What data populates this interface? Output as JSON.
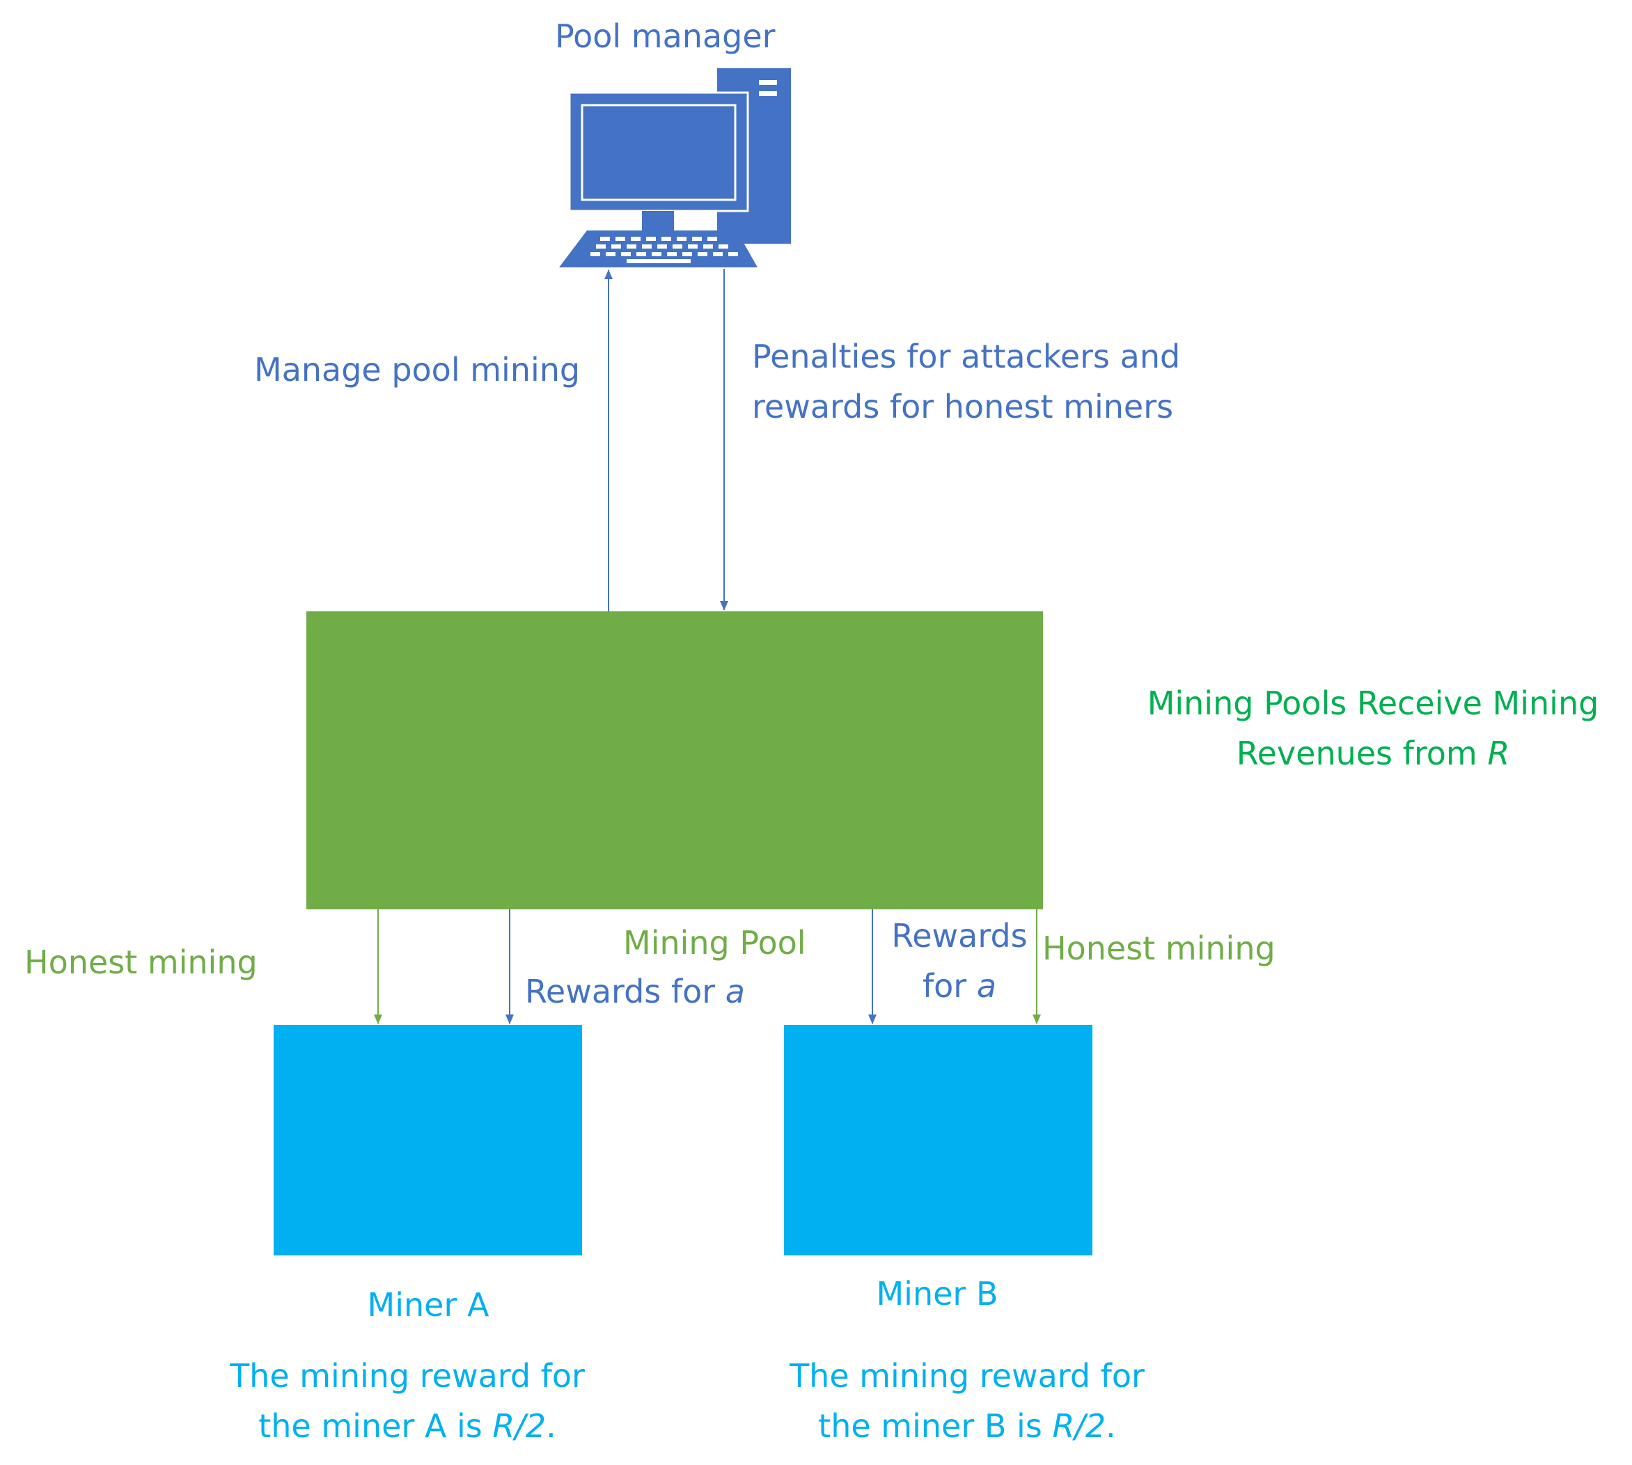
{
  "colors": {
    "pool_box": "#70ad47",
    "miner_box": "#00b0f0",
    "manager_arrows": "#4472c4",
    "honest_arrows": "#70ad47",
    "computer": "#4472c4"
  },
  "icons": {
    "pool_manager": "desktop-computer-icon"
  },
  "pool_manager": {
    "label": "Pool manager"
  },
  "arrows": {
    "manage": "Manage pool mining",
    "penalties_line1": "Penalties for attackers and",
    "penalties_line2": "rewards for honest miners",
    "honest_a": "Honest mining",
    "rewards_a_text": "Rewards for ",
    "rewards_a_var": "a",
    "rewards_b_line1": "Rewards",
    "rewards_b_text": "for ",
    "rewards_b_var": "a",
    "honest_b": "Honest mining"
  },
  "pool": {
    "label": "Mining Pool",
    "revenue_line1": "Mining Pools Receive Mining",
    "revenue_line2_text": "Revenues from ",
    "revenue_line2_var": "R"
  },
  "miners": [
    {
      "name": "Miner A",
      "reward_line1": "The mining reward for",
      "reward_line2_text": "the miner A is ",
      "reward_line2_var": "R/2",
      "reward_line2_end": "."
    },
    {
      "name": "Miner B",
      "reward_line1": "The mining reward for",
      "reward_line2_text": "the miner B is ",
      "reward_line2_var": "R/2",
      "reward_line2_end": "."
    }
  ]
}
